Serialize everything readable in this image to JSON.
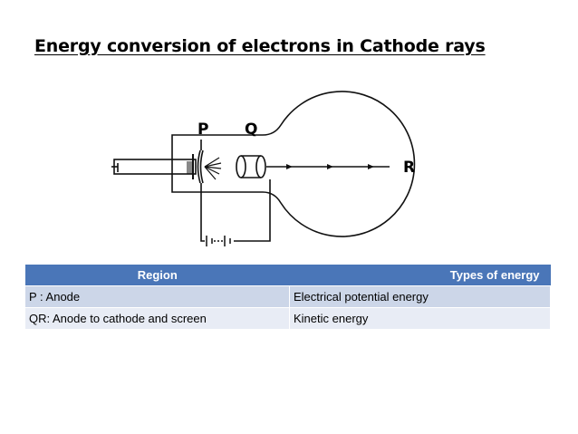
{
  "title": "Energy conversion of electrons in Cathode rays",
  "diagram": {
    "labels": {
      "p": "P",
      "q": "Q",
      "r": "R"
    }
  },
  "table": {
    "headers": [
      "Region",
      "Types of energy"
    ],
    "rows": [
      [
        "P : Anode",
        "Electrical potential energy"
      ],
      [
        "QR: Anode to cathode and screen",
        "Kinetic energy"
      ]
    ]
  },
  "colors": {
    "header_bg": "#4a76b8",
    "row1_bg": "#ccd6e8",
    "row2_bg": "#e8ecf5"
  }
}
